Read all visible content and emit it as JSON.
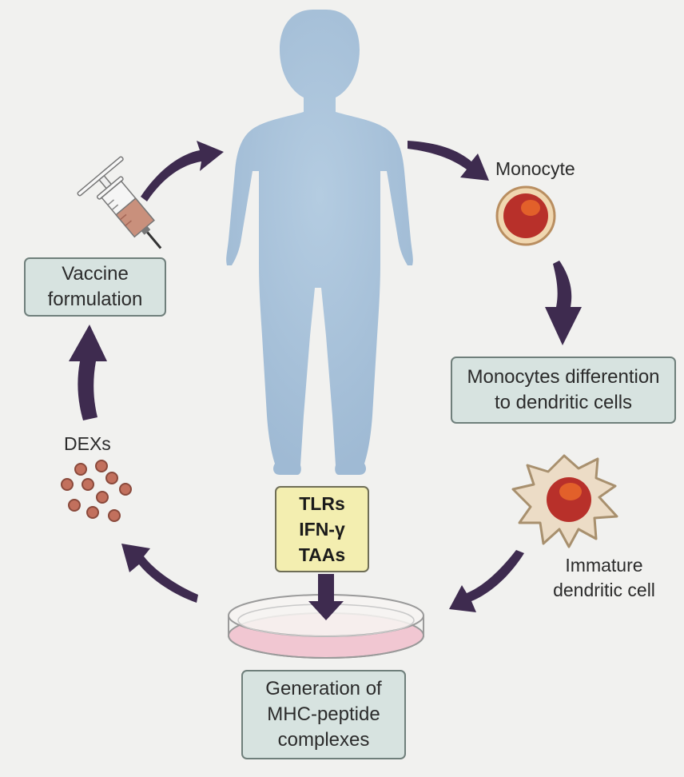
{
  "diagram": {
    "boxes": {
      "vaccine_formulation": [
        "Vaccine",
        "formulation"
      ],
      "monocytes_differentiation": [
        "Monocytes differention",
        "to dendritic cells"
      ],
      "stimuli": [
        "TLRs",
        "IFN-γ",
        "TAAs"
      ],
      "generation": [
        "Generation of",
        "MHC-peptide",
        "complexes"
      ]
    },
    "labels": {
      "monocyte": "Monocyte",
      "dexs": "DEXs",
      "immature_dc": [
        "Immature",
        "dendritic cell"
      ]
    },
    "colors": {
      "background": "#f1f1ef",
      "body": "#a9c3da",
      "arrow": "#3e2b4f",
      "cell_nucleus": "#b8302a",
      "dish_medium": "#f1c7d2",
      "dendritic_cell": "#ecdcc6",
      "exosome": "#c2705d"
    }
  }
}
